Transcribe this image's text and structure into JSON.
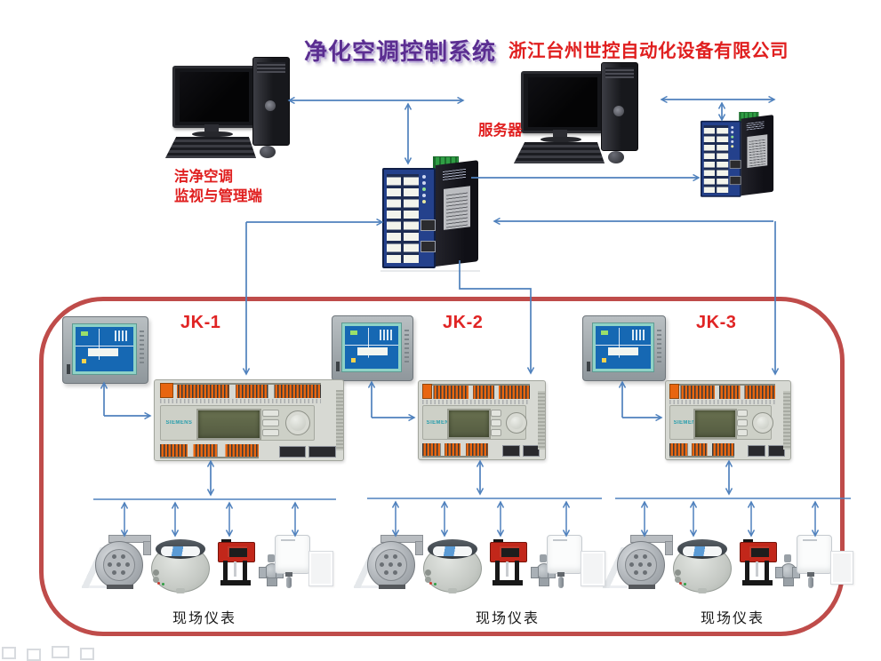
{
  "title": "净化空调控制系统",
  "company": "浙江台州世控自动化设备有限公司",
  "workstation": {
    "label_line1": "洁净空调",
    "label_line2": "监视与管理端"
  },
  "server": {
    "label": "服务器"
  },
  "zones": [
    {
      "id": "JK-1",
      "instruments_label": "现场仪表"
    },
    {
      "id": "JK-2",
      "instruments_label": "现场仪表"
    },
    {
      "id": "JK-3",
      "instruments_label": "现场仪表"
    }
  ],
  "controller": {
    "brand": "SIEMENS"
  },
  "colors": {
    "title_purple": "#5b2e91",
    "label_red": "#e01f1f",
    "arrow_blue": "#4f81bd",
    "boundary_red": "#bf4c4a"
  }
}
